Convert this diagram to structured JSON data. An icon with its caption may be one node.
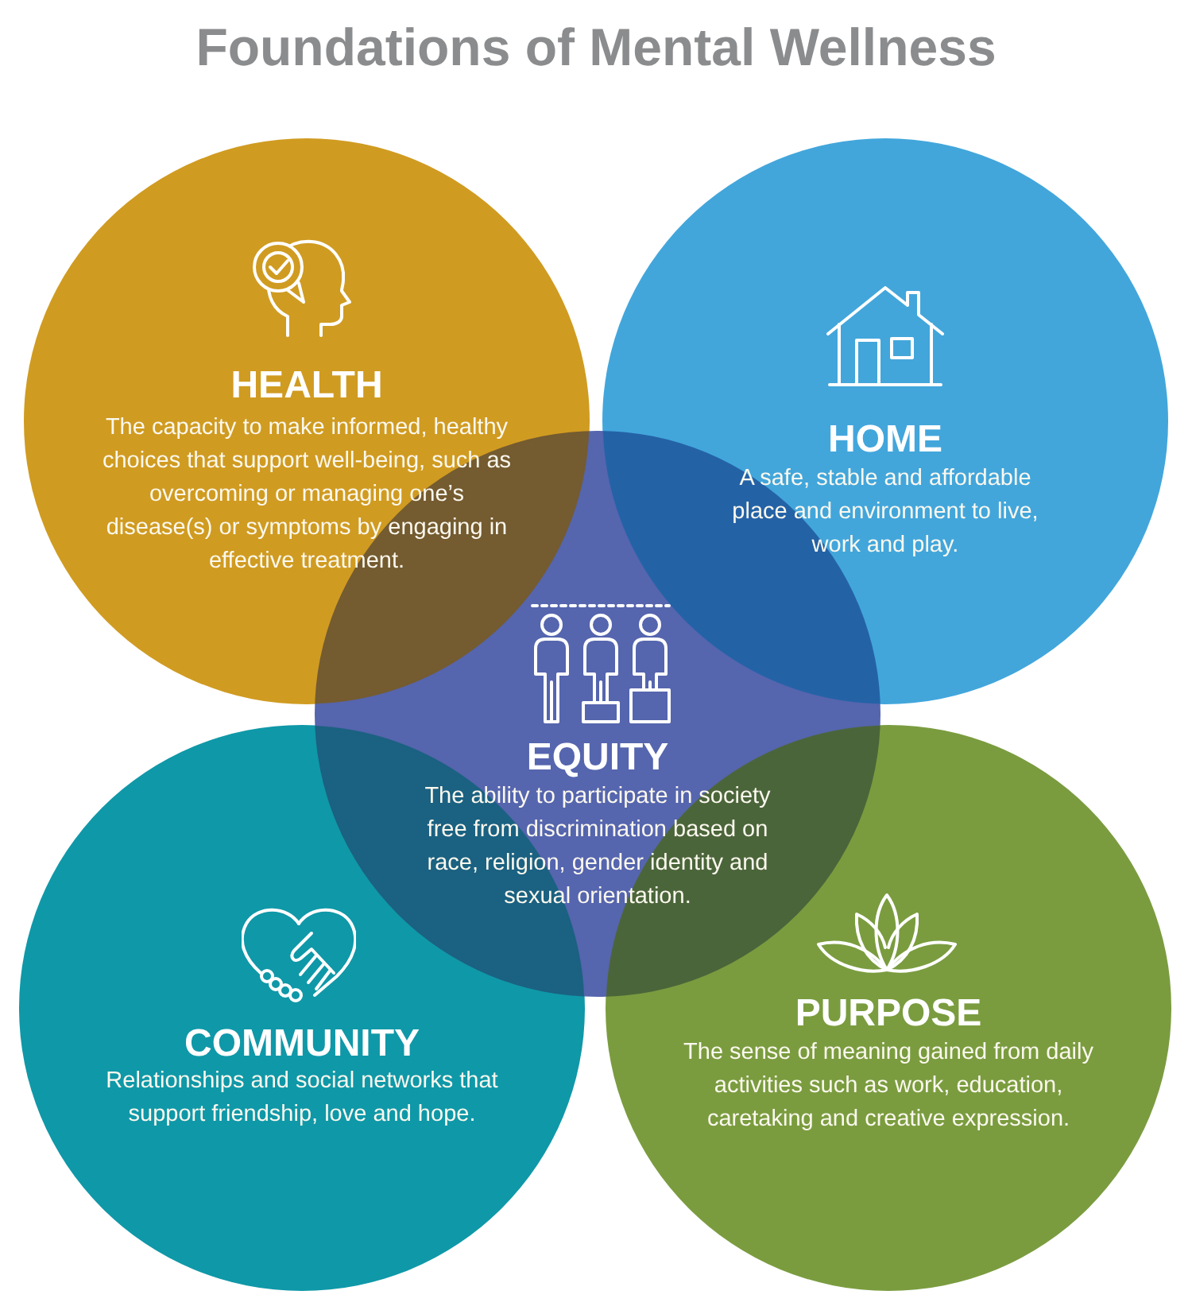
{
  "diagram": {
    "title": "Foundations of Mental Wellness",
    "nodes": [
      {
        "text": [
          "HEALTH",
          "The capacity to make informed, healthy choices that support well-being, such as overcoming or managing one’s disease(s) or symptoms by engaging in effective treatment."
        ]
      },
      {
        "text": [
          "HOME",
          "A safe, stable and affordable place and environment to live, work and play."
        ]
      },
      {
        "text": [
          "EQUITY",
          "The ability to participate in society free from discrimination based on race, religion, gender identity and sexual orientation."
        ]
      },
      {
        "text": [
          "COMMUNITY",
          "Relationships and social networks that support friendship, love and hope."
        ]
      },
      {
        "text": [
          "PURPOSE",
          "The sense of meaning gained from daily activities such as work, education, caretaking and creative expression."
        ]
      }
    ]
  }
}
